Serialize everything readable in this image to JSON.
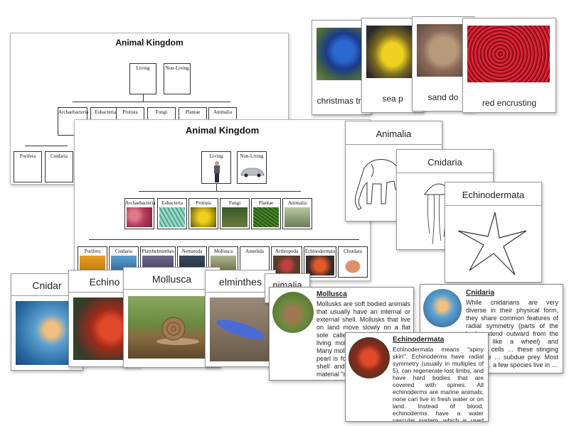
{
  "back_chart": {
    "title": "Animal Kingdom",
    "top_boxes": [
      "Living",
      "Non-Living"
    ],
    "kingdoms": [
      "Archaebacteria",
      "Eubacteria",
      "Protista",
      "Fungi",
      "Plantae",
      "Animalia"
    ],
    "phyla": [
      "Porifera",
      "Cnidaria"
    ]
  },
  "front_chart": {
    "title": "Animal Kingdom",
    "top_boxes": [
      "Living",
      "Non-Living"
    ],
    "kingdoms": [
      "Archaebacteria",
      "Eubacteria",
      "Protista",
      "Fungi",
      "Plantae",
      "Animalia"
    ],
    "phyla": [
      "Porifera",
      "Cnidaria",
      "Platyhelminthes",
      "Nematoda",
      "Mollusca",
      "Annelida",
      "Arthropoda",
      "Echinodermata",
      "Chordata"
    ]
  },
  "photo_cards": [
    "christmas tre",
    "sea p",
    "sand do",
    "red encrusting"
  ],
  "line_cards": [
    "Animalia",
    "Cnidaria",
    "Echinodermata"
  ],
  "bottom_cards": [
    "Cnidar",
    "Echino",
    "Mollusca",
    "elminthes",
    "nimalia"
  ],
  "info_mollusca": {
    "title": "Mollusca",
    "body": "Mollusks are soft bodied animals that usually have an internal or external shell.  Mollusks that live on land move slowly on a flat sole called a foot and ocean living mollusks move or swim. Many mollusks are capable of … pearl is formed when a fo… the shell and it's coated f… shell material \"nacre\"."
  },
  "info_cnidaria": {
    "title": "Cnidaria",
    "body": "While cnidarians are very diverse in their physical form, they share common features of radial symmetry (parts of the body extend outward from the center, like a wheel) and stinging cells … these stinging cells are … subdue prey. Most cnidari… a few species live in …"
  },
  "info_echinodermata": {
    "title": "Echinodermata",
    "body": "Echinodermata means \"spiny skin\". Echinoderms have radial symmetry (usually in multiples of 5), can regenerate lost limbs, and have hard bodies that are covered with spines. All echinoderms are marine animals; none can live in fresh water or on land. Instead of blood, echinoderms have a water vascular system, which is used for movement and to capture their prey."
  },
  "colors": {
    "paper": "#ffffff",
    "border": "#9a9a9a",
    "text": "#222222",
    "ocean_blue": "#3c7fb0",
    "starfish_red": "#c8412a",
    "snail_green": "#7a9a3a",
    "flatworm_blue": "#4a6ad8",
    "coral_red": "#c51a2a"
  }
}
